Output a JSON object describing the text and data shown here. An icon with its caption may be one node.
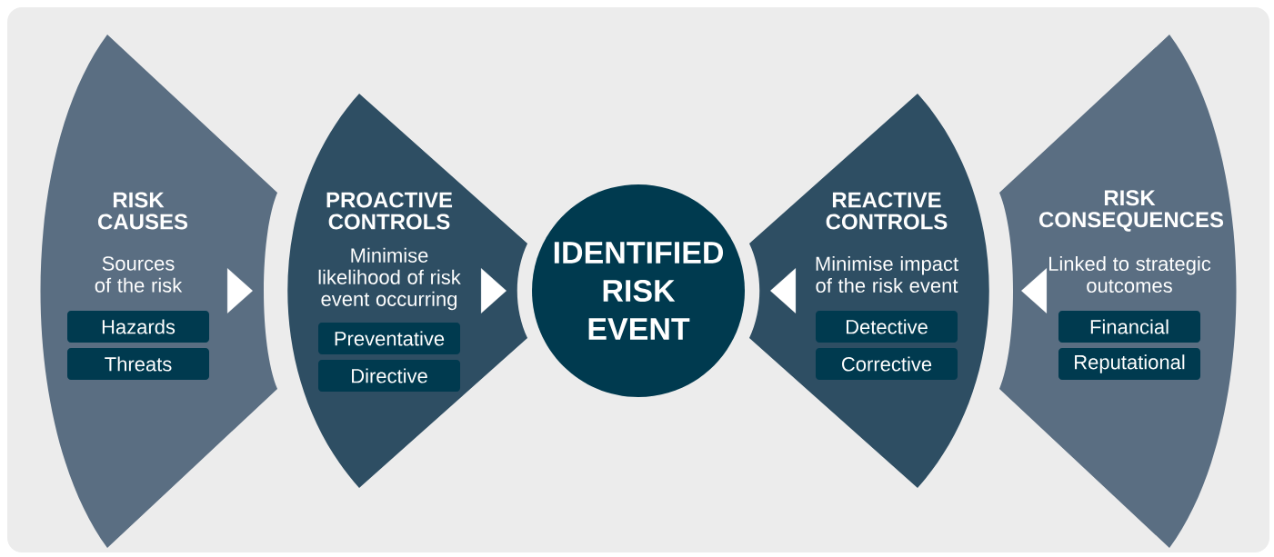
{
  "diagram": {
    "nodes": [
      {
        "text": [
          "RISK CAUSES",
          "Sources of the risk"
        ]
      },
      {
        "text": [
          "Hazards"
        ],
        "in": 0
      },
      {
        "text": [
          "Threats"
        ],
        "in": 0
      },
      {
        "text": [
          "PROACTIVE CONTROLS",
          "Minimise likelihood of risk event occurring"
        ]
      },
      {
        "text": [
          "Preventative"
        ],
        "in": 3
      },
      {
        "text": [
          "Directive"
        ],
        "in": 3
      },
      {
        "text": [
          "IDENTIFIED RISK EVENT"
        ]
      },
      {
        "text": [
          "REACTIVE CONTROLS",
          "Minimise impact of the risk event"
        ]
      },
      {
        "text": [
          "Detective"
        ],
        "in": 7
      },
      {
        "text": [
          "Corrective"
        ],
        "in": 7
      },
      {
        "text": [
          "RISK CONSEQUENCES",
          "Linked to strategic outcomes"
        ]
      },
      {
        "text": [
          "Financial"
        ],
        "in": 10
      },
      {
        "text": [
          "Reputational"
        ],
        "in": 10
      }
    ],
    "edges": [
      {
        "from": 0,
        "to": 3,
        "arrow": "to"
      },
      {
        "from": 3,
        "to": 6,
        "arrow": "to"
      },
      {
        "from": 7,
        "to": 6,
        "arrow": "to"
      },
      {
        "from": 10,
        "to": 7,
        "arrow": "to"
      }
    ]
  }
}
